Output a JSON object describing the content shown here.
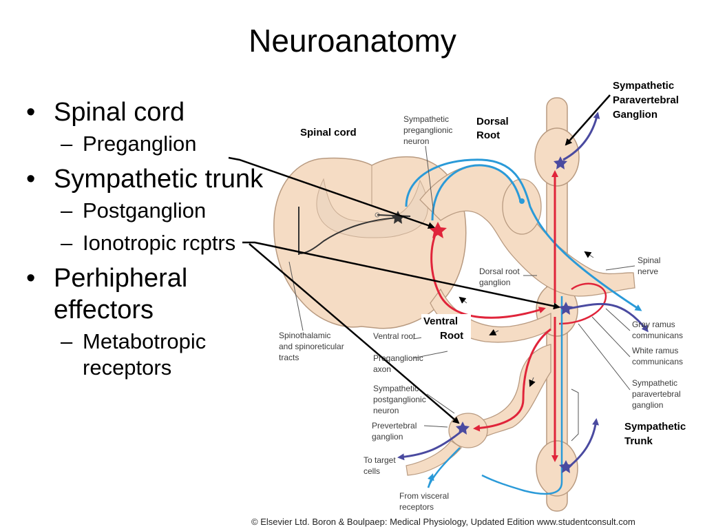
{
  "slide": {
    "title": "Neuroanatomy",
    "bullets": [
      {
        "text": "Spinal cord",
        "sub": [
          "Preganglion"
        ]
      },
      {
        "text": "Sympathetic trunk",
        "sub": [
          "Postganglion",
          "Ionotropic rcptrs"
        ]
      },
      {
        "text": "Perhipheral effectors",
        "sub": [
          "Metabotropic receptors"
        ]
      }
    ],
    "bullet_char": "•",
    "dash_char": "–"
  },
  "annotations": {
    "spinal_cord": "Spinal cord",
    "dorsal_root_1": "Dorsal",
    "dorsal_root_2": "Root",
    "ventral_root_1": "Ventral",
    "ventral_root_2": "Root",
    "spg_1": "Sympathetic",
    "spg_2": "Paravertebral",
    "spg_3": "Ganglion",
    "trunk_1": "Sympathetic",
    "trunk_2": "Trunk"
  },
  "figure_labels": {
    "pre_neuron_1": "Sympathetic",
    "pre_neuron_2": "preganglionic",
    "pre_neuron_3": "neuron",
    "drg_1": "Dorsal root",
    "drg_2": "ganglion",
    "spinal_nerve_1": "Spinal",
    "spinal_nerve_2": "nerve",
    "tracts_1": "Spinothalamic",
    "tracts_2": "and spinoreticular",
    "tracts_3": "tracts",
    "ventral_root": "Ventral root",
    "pre_axon_1": "Preganglionic",
    "pre_axon_2": "axon",
    "post_neuron_1": "Sympathetic",
    "post_neuron_2": "postganglionic",
    "post_neuron_3": "neuron",
    "preverteb_1": "Prevertebral",
    "preverteb_2": "ganglion",
    "target_1": "To target",
    "target_2": "cells",
    "visceral_1": "From visceral",
    "visceral_2": "receptors",
    "gray_1": "Gray ramus",
    "gray_2": "communicans",
    "white_1": "White ramus",
    "white_2": "communicans",
    "sympg_1": "Sympathetic",
    "sympg_2": "paravertebral",
    "sympg_3": "ganglion"
  },
  "credit": "© Elsevier Ltd. Boron & Boulpaep: Medical Physiology, Updated Edition    www.studentconsult.com",
  "colors": {
    "tissue": "#f5dcc4",
    "tissue_edge": "#b89a80",
    "red_fiber": "#e0243a",
    "blue_fiber": "#2a9ad8",
    "purple_fiber": "#4a4aa0"
  }
}
